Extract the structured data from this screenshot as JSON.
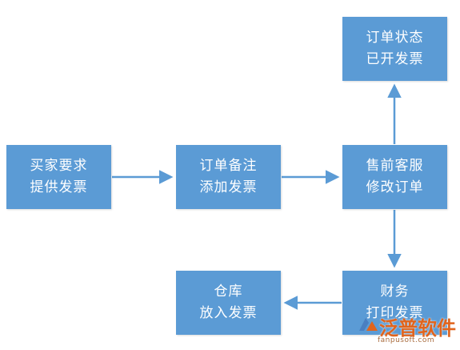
{
  "nodes": {
    "buyer": {
      "line1": "买家要求",
      "line2": "提供发票"
    },
    "remark": {
      "line1": "订单备注",
      "line2": "添加发票"
    },
    "presales": {
      "line1": "售前客服",
      "line2": "修改订单"
    },
    "status": {
      "line1": "订单状态",
      "line2": "已开发票"
    },
    "finance": {
      "line1": "财务",
      "line2": "打印发票"
    },
    "warehouse": {
      "line1": "仓库",
      "line2": "放入发票"
    }
  },
  "edges": [
    {
      "from": "buyer",
      "to": "remark"
    },
    {
      "from": "remark",
      "to": "presales"
    },
    {
      "from": "presales",
      "to": "status"
    },
    {
      "from": "presales",
      "to": "finance"
    },
    {
      "from": "finance",
      "to": "warehouse"
    }
  ],
  "colors": {
    "node_fill": "#5b9bd5",
    "node_text": "#ffffff",
    "arrow": "#5b9bd5",
    "watermark_brand": "#e0641d"
  },
  "watermark": {
    "brand": "泛普软件",
    "url": "fanpusoft.com"
  }
}
